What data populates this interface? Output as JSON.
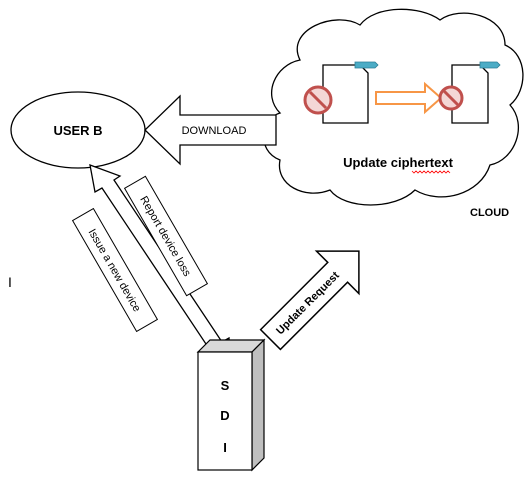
{
  "nodes": {
    "user": {
      "label": "USER B"
    },
    "cloud": {
      "label": "CLOUD",
      "inner_label": "Update ciphertext"
    },
    "sdi": {
      "letters": [
        "S",
        "D",
        "I"
      ]
    }
  },
  "arrows": {
    "download": {
      "label": "DOWNLOAD"
    },
    "report": {
      "label": "Report device loss"
    },
    "issue": {
      "label": "Issue a new device"
    },
    "update_request": {
      "label": "Update Request"
    }
  },
  "stray_mark": {
    "text": "I"
  },
  "colors": {
    "stroke": "#000000",
    "box_fill": "#d9d9d9",
    "box_side": "#bfbfbf",
    "no_symbol": "#c0504d",
    "no_symbol_fill": "#f4d7d6",
    "transfer_arrow": "#f79646",
    "file_tab": "#4bacc6",
    "squiggle": "#ff0000"
  },
  "icons": [
    "no-symbol-icon",
    "file-icon",
    "transfer-arrow-icon"
  ]
}
